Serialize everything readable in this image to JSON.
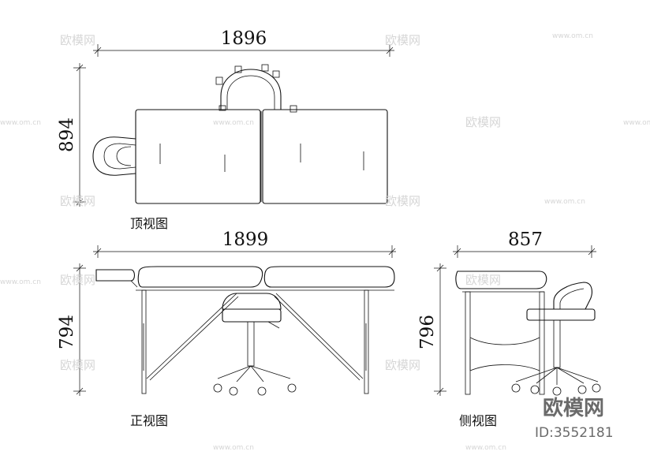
{
  "top_view": {
    "caption": "顶视图",
    "width_label": "1896",
    "depth_label": "894"
  },
  "front_view": {
    "caption": "正视图",
    "width_label": "1899",
    "height_label": "794"
  },
  "side_view": {
    "caption": "侧视图",
    "width_label": "857",
    "height_label": "796"
  },
  "watermark": {
    "logo_text": "欧模网",
    "site_text": "www.om.cn",
    "id_text": "ID:3552181"
  }
}
